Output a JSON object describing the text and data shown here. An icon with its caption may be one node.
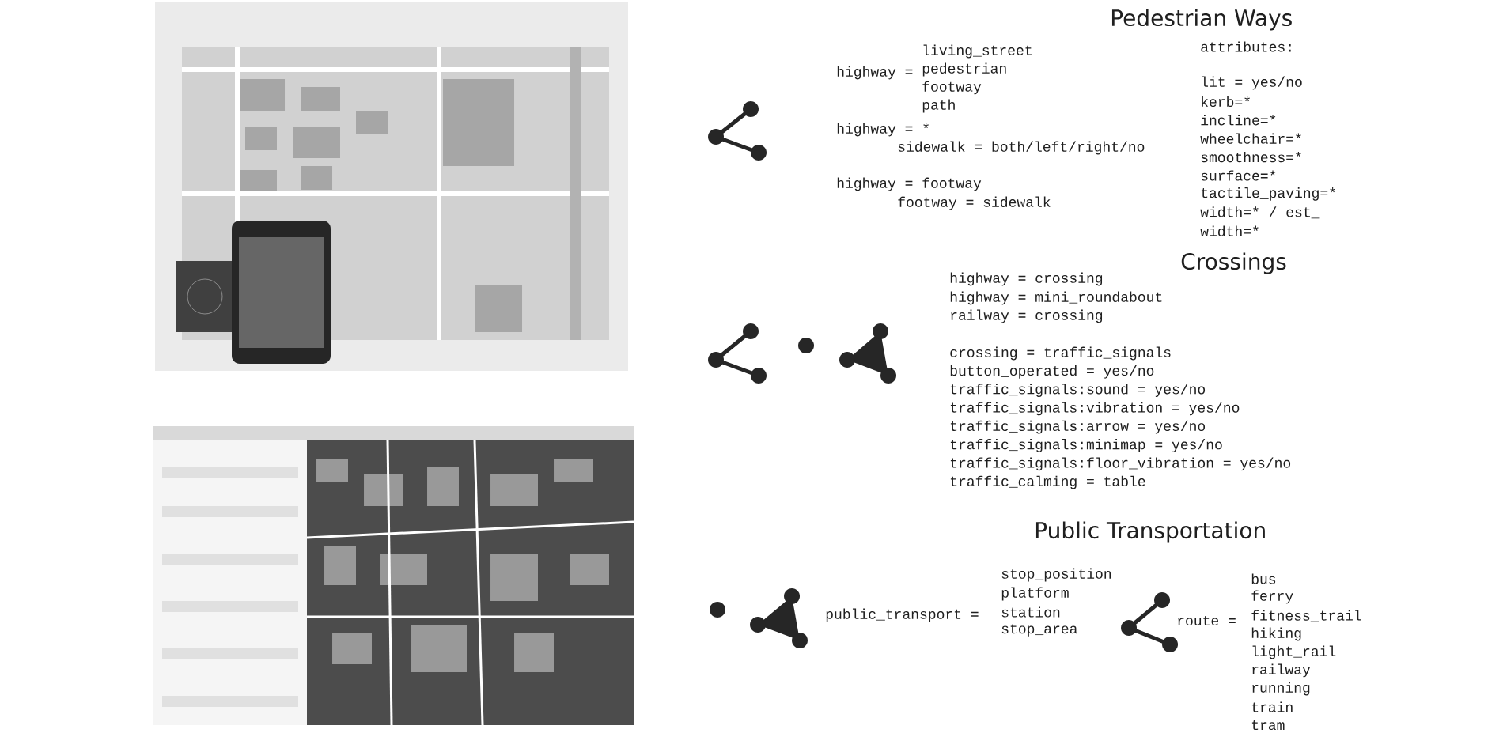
{
  "diagram": {
    "labels": [
      "Pedestrian Ways",
      "living_street",
      "highway =",
      "pedestrian",
      "footway",
      "path",
      "attributes:",
      "lit = yes/no",
      "kerb=*",
      "incline=*",
      "wheelchair=*",
      "smoothness=*",
      "surface=*",
      "tactile_paving=*",
      "width=* / est_",
      "width=*",
      "highway = *",
      "sidewalk = both/left/right/no",
      "highway = footway",
      "footway = sidewalk",
      "Crossings",
      "highway = crossing",
      "highway = mini_roundabout",
      "railway = crossing",
      "crossing = traffic_signals",
      "button_operated = yes/no",
      "traffic_signals:sound = yes/no",
      "traffic_signals:vibration = yes/no",
      "traffic_signals:arrow = yes/no",
      "traffic_signals:minimap = yes/no",
      "traffic_signals:floor_vibration = yes/no",
      "traffic_calming = table",
      "Public Transportation",
      "stop_position",
      "platform",
      "station",
      "stop_area",
      "public_transport =",
      "bus",
      "ferry",
      "route =",
      "fitness_trail",
      "hiking",
      "light_rail",
      "railway",
      "running",
      "train",
      "tram"
    ]
  }
}
